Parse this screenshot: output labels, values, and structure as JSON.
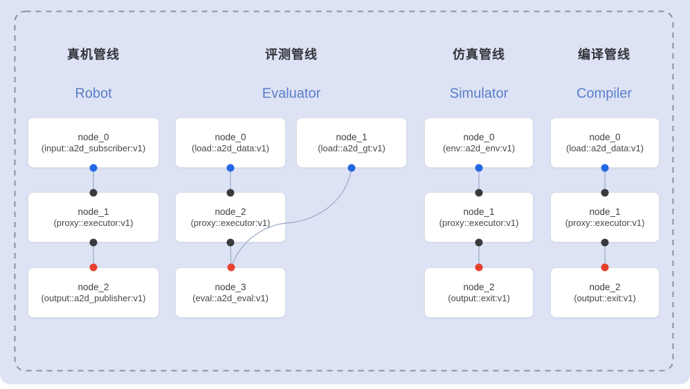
{
  "diagram": {
    "pipelines": [
      {
        "title_zh": "真机管线",
        "title_en": "Robot",
        "nodes": [
          {
            "name": "node_0",
            "type": "(input::a2d_subscriber:v1)"
          },
          {
            "name": "node_1",
            "type": "(proxy::executor:v1)"
          },
          {
            "name": "node_2",
            "type": "(output::a2d_publisher:v1)"
          }
        ]
      },
      {
        "title_zh": "评测管线",
        "title_en": "Evaluator",
        "nodes": [
          {
            "name": "node_0",
            "type": "(load::a2d_data:v1)"
          },
          {
            "name": "node_1",
            "type": "(load::a2d_gt:v1)"
          },
          {
            "name": "node_2",
            "type": "(proxy::executor:v1)"
          },
          {
            "name": "node_3",
            "type": "(eval::a2d_eval:v1)"
          }
        ]
      },
      {
        "title_zh": "仿真管线",
        "title_en": "Simulator",
        "nodes": [
          {
            "name": "node_0",
            "type": "(env::a2d_env:v1)"
          },
          {
            "name": "node_1",
            "type": "(proxy::executor:v1)"
          },
          {
            "name": "node_2",
            "type": "(output::exit:v1)"
          }
        ]
      },
      {
        "title_zh": "编译管线",
        "title_en": "Compiler",
        "nodes": [
          {
            "name": "node_0",
            "type": "(load::a2d_data:v1)"
          },
          {
            "name": "node_1",
            "type": "(proxy::executor:v1)"
          },
          {
            "name": "node_2",
            "type": "(output::exit:v1)"
          }
        ]
      }
    ],
    "connections": [
      {
        "from": "Robot.node_0",
        "to": "Robot.node_1"
      },
      {
        "from": "Robot.node_1",
        "to": "Robot.node_2"
      },
      {
        "from": "Evaluator.node_0",
        "to": "Evaluator.node_2"
      },
      {
        "from": "Evaluator.node_1",
        "to": "Evaluator.node_3"
      },
      {
        "from": "Evaluator.node_2",
        "to": "Evaluator.node_3"
      },
      {
        "from": "Simulator.node_0",
        "to": "Simulator.node_1"
      },
      {
        "from": "Simulator.node_1",
        "to": "Simulator.node_2"
      },
      {
        "from": "Compiler.node_0",
        "to": "Compiler.node_1"
      },
      {
        "from": "Compiler.node_1",
        "to": "Compiler.node_2"
      }
    ],
    "colors": {
      "background": "#dde3f4",
      "dashed_border": "#8b909b",
      "node_fill": "#ffffff",
      "node_border": "#d9dde6",
      "node_text": "#3d3e44",
      "title_zh_color": "#32333a",
      "title_en_color": "#5b7cc9",
      "connector": "#9aa9c7",
      "port_blue": "#2367e4",
      "port_black": "#3a3a3e",
      "port_red": "#e8402f"
    }
  }
}
